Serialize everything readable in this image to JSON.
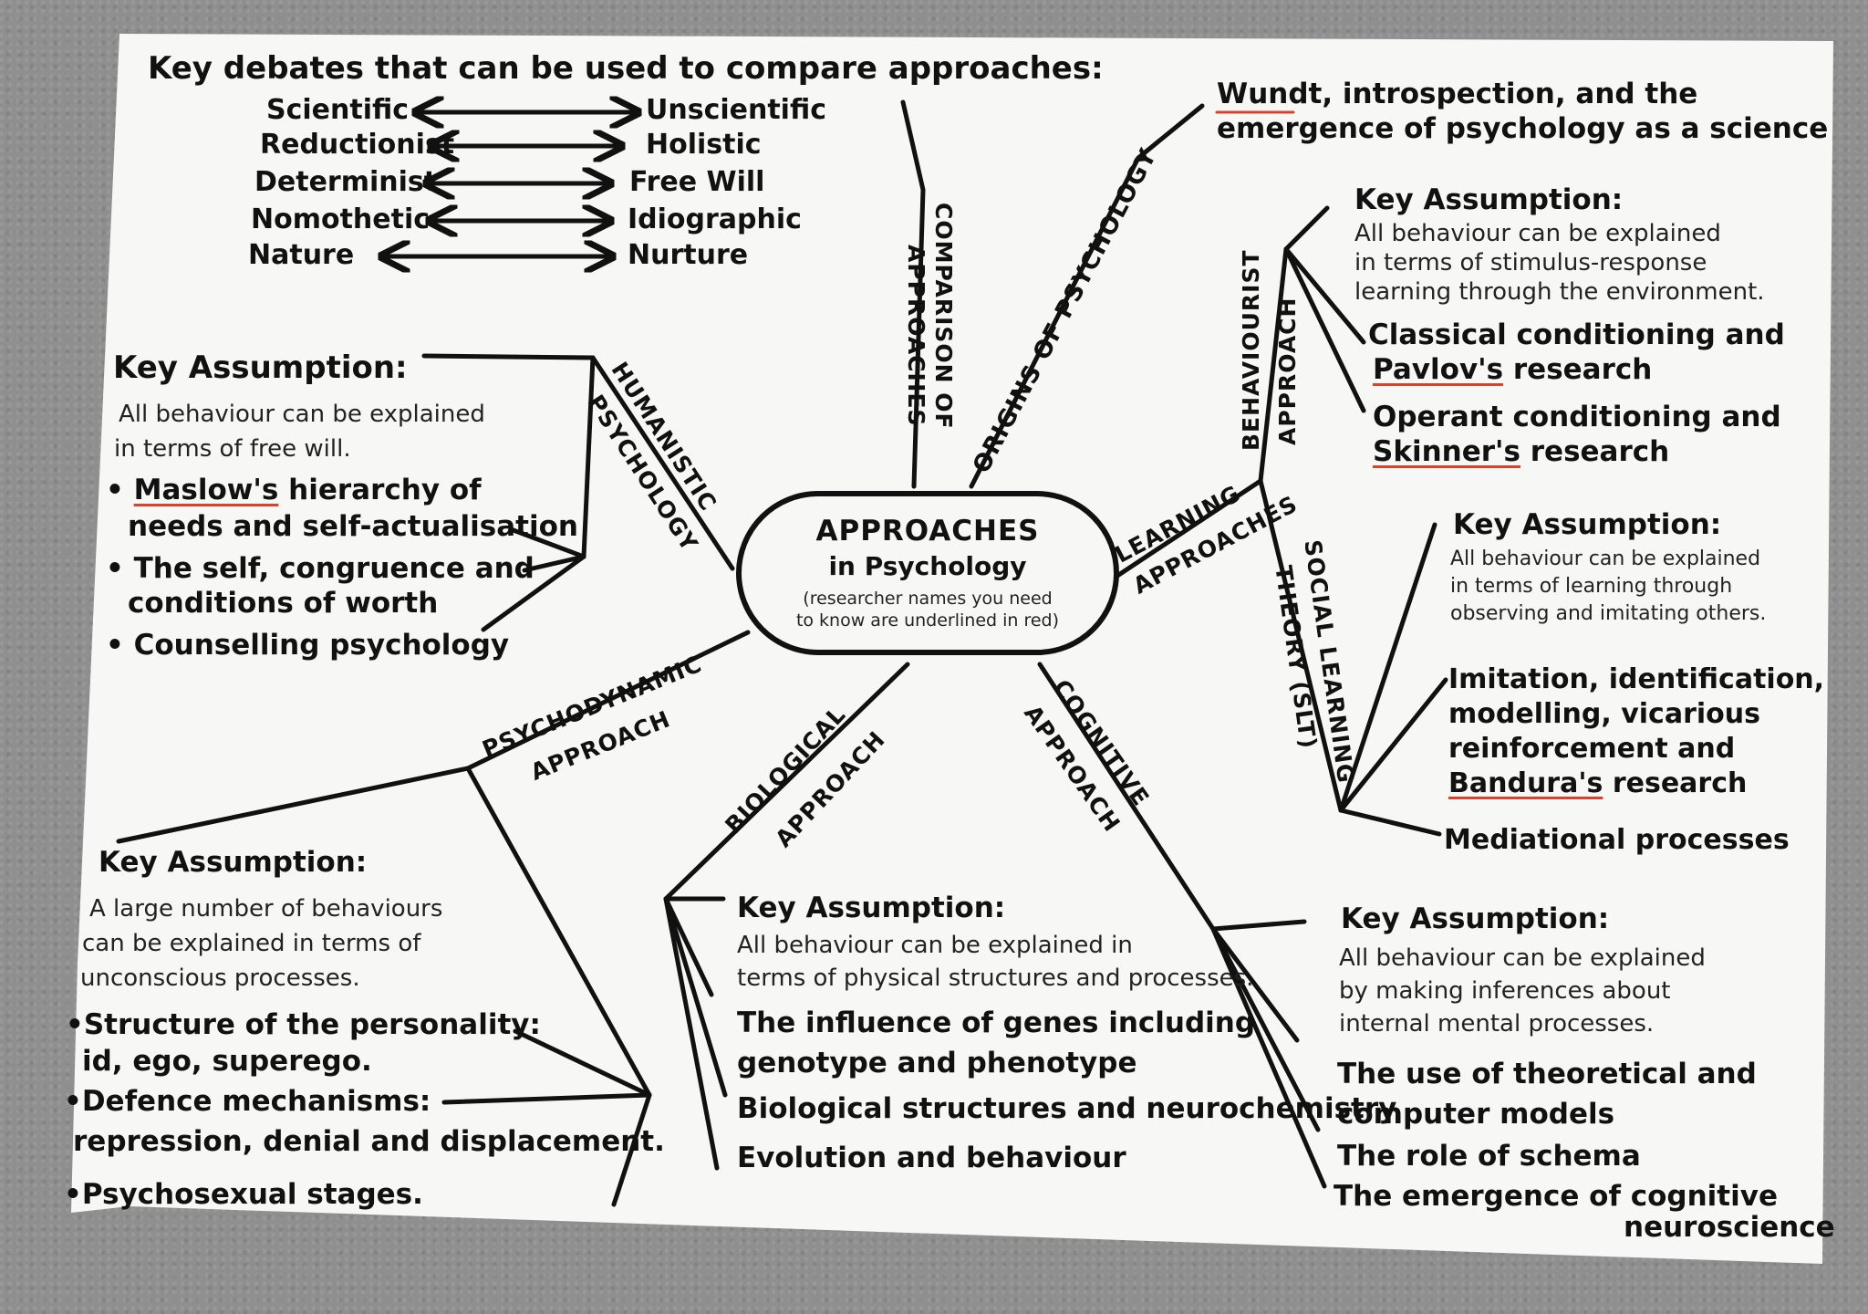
{
  "center": {
    "title": "APPROACHES",
    "subtitle": "in Psychology",
    "note_a": "(researcher names you need",
    "note_b_pre": "to know are ",
    "note_b_red": "underlined in red",
    "note_b_post": ")"
  },
  "debates": {
    "heading": "Key debates that can be used to compare approaches:",
    "pairs": [
      {
        "left": "Scientific",
        "right": "Unscientific"
      },
      {
        "left": "Reductionist",
        "right": "Holistic"
      },
      {
        "left": "Determinist",
        "right": "Free Will"
      },
      {
        "left": "Nomothetic",
        "right": "Idiographic"
      },
      {
        "left": "Nature",
        "right": "Nurture"
      }
    ]
  },
  "branches": {
    "comparison": {
      "line1": "COMPARISON OF",
      "line2": "APPROACHES"
    },
    "origins": {
      "label": "ORIGINS OF PSYCHOLOGY",
      "text1": "Wundt, introspection, and the",
      "text2": "emergence of psychology as a science"
    },
    "learning": {
      "line1": "LEARNING",
      "line2": "APPROACHES"
    },
    "behaviourist": {
      "line1": "BEHAVIOURIST",
      "line2": "APPROACH",
      "key_heading": "Key Assumption:",
      "key_lines": [
        "All behaviour can be explained",
        "in terms of stimulus-response",
        "learning through the environment."
      ],
      "item1_line1": "Classical conditioning and",
      "item1_red": "Pavlov's",
      "item1_rest": " research",
      "item2_line1": "Operant conditioning and",
      "item2_red": "Skinner's",
      "item2_rest": " research"
    },
    "slt": {
      "line1": "SOCIAL LEARNING",
      "line2": "THEORY (SLT)",
      "key_heading": "Key Assumption:",
      "key_lines": [
        "All behaviour can be explained",
        "in terms of learning through",
        "observing and imitating others."
      ],
      "item1_lines": [
        "Imitation, identification,",
        "modelling, vicarious",
        "reinforcement and"
      ],
      "item1_red": "Bandura's",
      "item1_rest": " research",
      "item2": "Mediational processes"
    },
    "cognitive": {
      "line1": "COGNITIVE",
      "line2": "APPROACH",
      "key_heading": "Key Assumption:",
      "key_lines": [
        "All behaviour can be explained",
        "by making inferences about",
        "internal mental processes."
      ],
      "items": [
        "The use of theoretical and",
        "computer models",
        "The role of schema",
        "The emergence of cognitive",
        "neuroscience"
      ]
    },
    "biological": {
      "line1": "BIOLOGICAL",
      "line2": "APPROACH",
      "key_heading": "Key Assumption:",
      "key_lines": [
        "All behaviour can be explained in",
        "terms of physical structures and processes."
      ],
      "items": [
        "The influence of genes including",
        "genotype and phenotype",
        "Biological structures and neurochemistry",
        "Evolution and behaviour"
      ]
    },
    "psychodynamic": {
      "line1": "PSYCHODYNAMIC",
      "line2": "APPROACH",
      "key_heading": "Key Assumption:",
      "key_lines": [
        "A large number of behaviours",
        "can be explained in terms of",
        "unconscious processes."
      ],
      "items": [
        "•Structure of the personality:",
        "id, ego, superego.",
        "•Defence mechanisms:",
        "repression, denial and displacement.",
        "•Psychosexual stages."
      ]
    },
    "humanistic": {
      "line1": "HUMANISTIC",
      "line2": "PSYCHOLOGY",
      "key_heading": "Key Assumption:",
      "key_lines": [
        "All behaviour can be explained",
        "in terms of free will."
      ],
      "item1_red": "Maslow's",
      "item1_rest": " hierarchy of",
      "item1_line2": "needs and self-actualisation",
      "item2_line1": "The self, congruence and",
      "item2_line2": "conditions of worth",
      "item3": "Counselling psychology",
      "bullet": "•"
    }
  },
  "colors": {
    "ink": "#111111",
    "underline": "#d9432c",
    "paper": "#f7f7f5",
    "table": "#8f8f8f"
  }
}
